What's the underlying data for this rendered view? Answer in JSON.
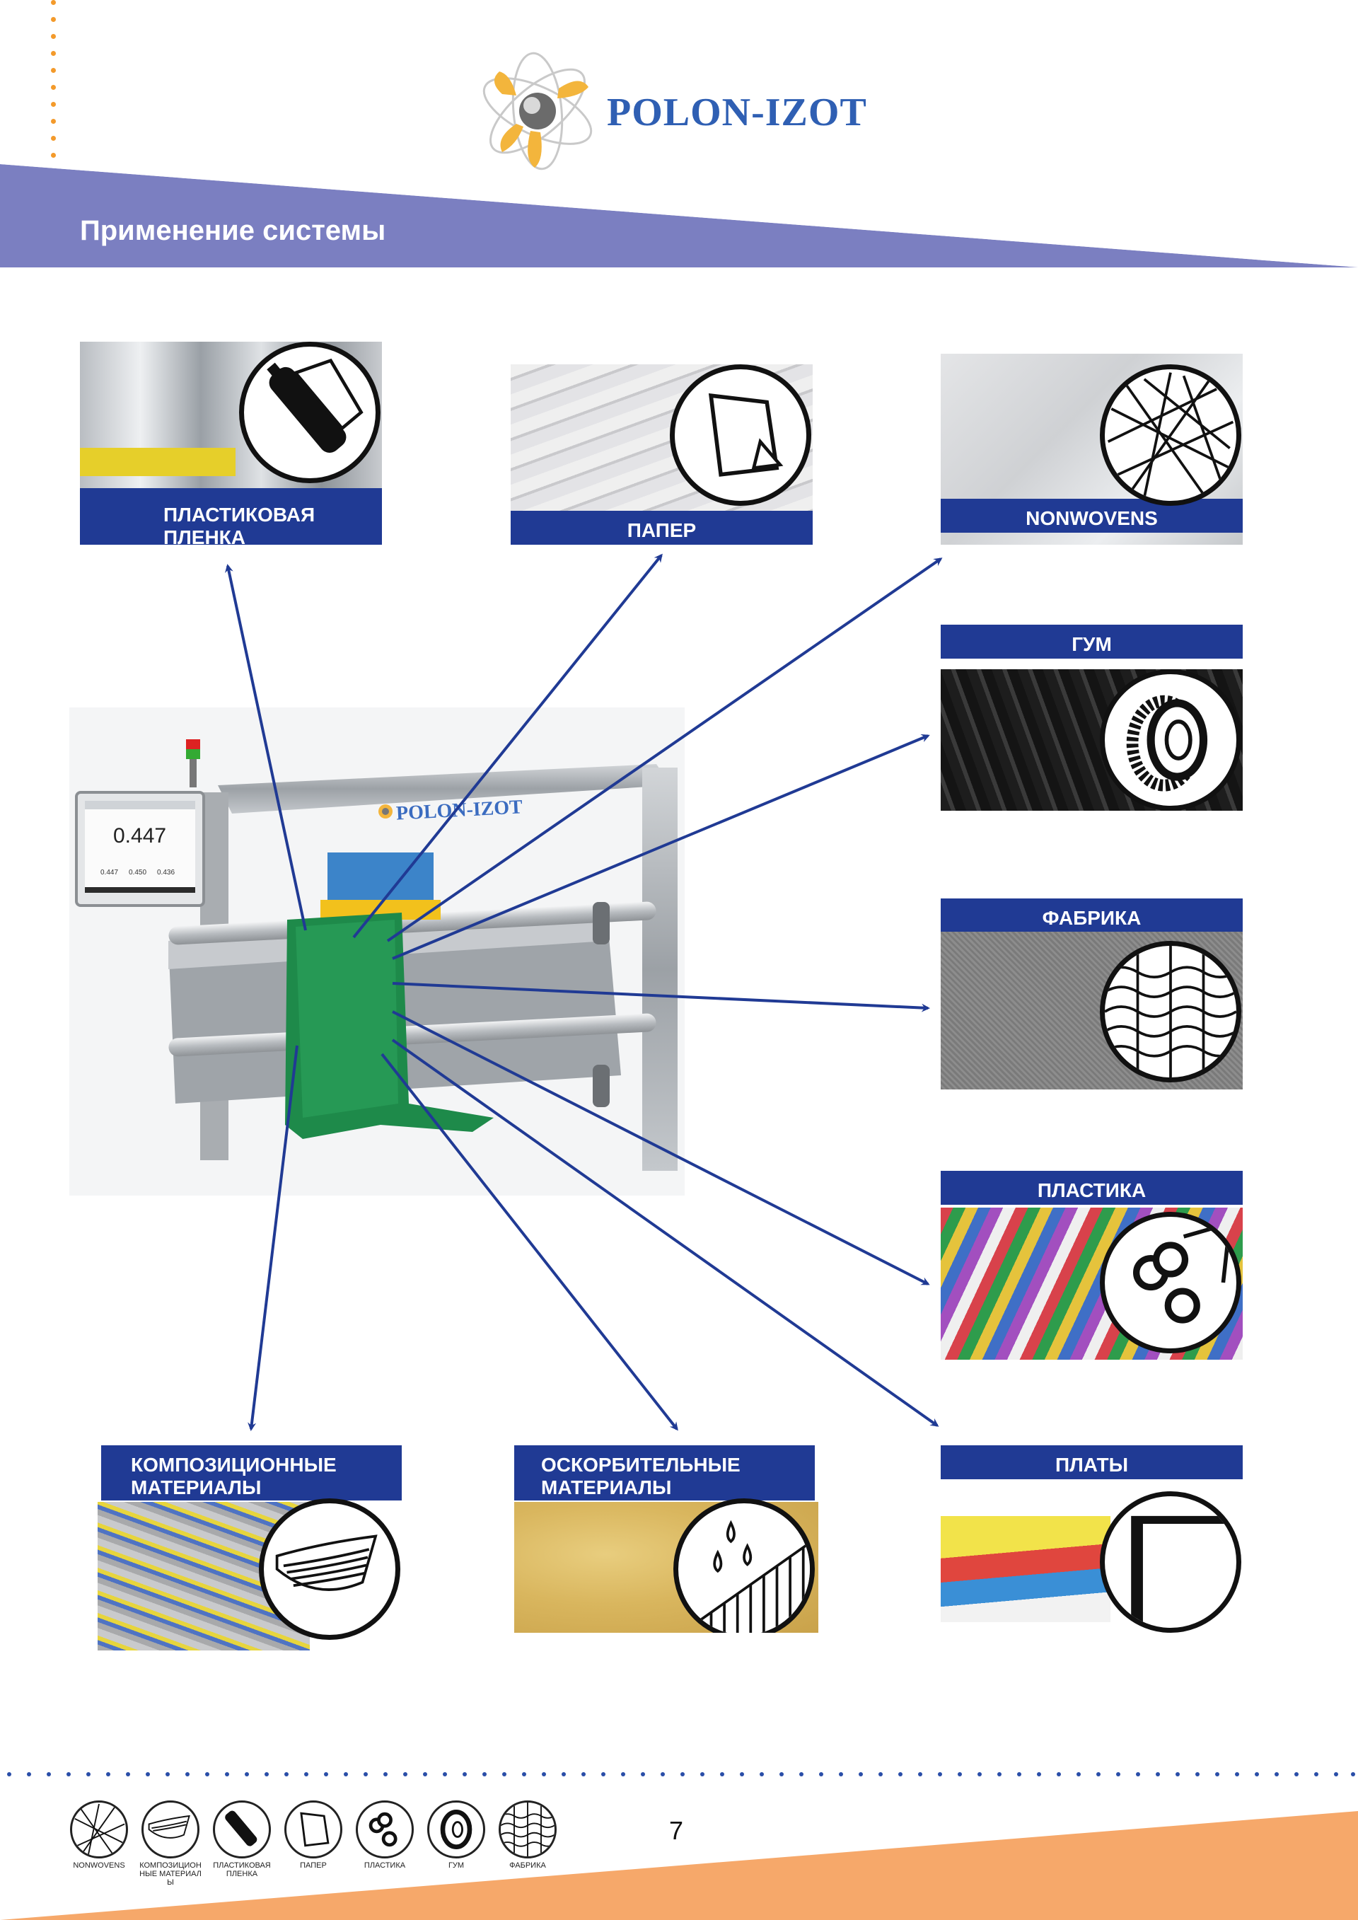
{
  "header": {
    "logo_text": "POLON-IZOT",
    "title": "Применение системы"
  },
  "device": {
    "screen_value": "0.447",
    "screen_small_1": "0.447",
    "screen_small_2": "0.450",
    "screen_small_3": "0.436",
    "frame_logo": "POLON-IZOT"
  },
  "applications": [
    {
      "id": "plastic-film",
      "label_line1": "ПЛАСТИКОВАЯ",
      "label_line2": "ПЛЕНКА",
      "icon": "film-roll-icon"
    },
    {
      "id": "paper",
      "label_line1": "ПАПЕР",
      "icon": "paper-sheet-icon"
    },
    {
      "id": "nonwovens",
      "label_line1": "NONWOVENS",
      "icon": "nonwoven-fibers-icon"
    },
    {
      "id": "rubber",
      "label_line1": "ГУМ",
      "icon": "tire-icon"
    },
    {
      "id": "fabric",
      "label_line1": "ФАБРИКА",
      "icon": "weave-icon"
    },
    {
      "id": "plastic",
      "label_line1": "ПЛАСТИКА",
      "icon": "plastic-pellets-icon"
    },
    {
      "id": "composites",
      "label_line1": "КОМПОЗИЦИОННЫЕ",
      "label_line2": "МАТЕРИАЛЫ",
      "icon": "composite-layers-icon"
    },
    {
      "id": "absorbents",
      "label_line1": "ОСКОРБИТЕЛЬНЫЕ",
      "label_line2": "МАТЕРИАЛЫ",
      "icon": "absorbent-drops-icon"
    },
    {
      "id": "boards",
      "label_line1": "ПЛАТЫ",
      "icon": "board-corner-icon"
    }
  ],
  "footer": {
    "page_number": "7",
    "legend": [
      {
        "label": "NONWOVENS",
        "icon": "nonwoven-fibers-icon"
      },
      {
        "label": "КОМПОЗИЦИОННЫЕ МАТЕРИАЛЫ",
        "icon": "composite-layers-icon"
      },
      {
        "label": "ПЛАСТИКОВАЯ ПЛЕНКА",
        "icon": "film-roll-icon"
      },
      {
        "label": "ПАПЕР",
        "icon": "paper-sheet-icon"
      },
      {
        "label": "ПЛАСТИКА",
        "icon": "plastic-pellets-icon"
      },
      {
        "label": "ГУМ",
        "icon": "tire-icon"
      },
      {
        "label": "ФАБРИКА",
        "icon": "weave-icon"
      }
    ]
  },
  "colors": {
    "band": "#7b7fc1",
    "label_bg": "#203a94",
    "arrow": "#203a94",
    "accent_orange": "#f6a86a",
    "dots_orange": "#f39a2b",
    "logo_blue": "#2f5fb3"
  }
}
